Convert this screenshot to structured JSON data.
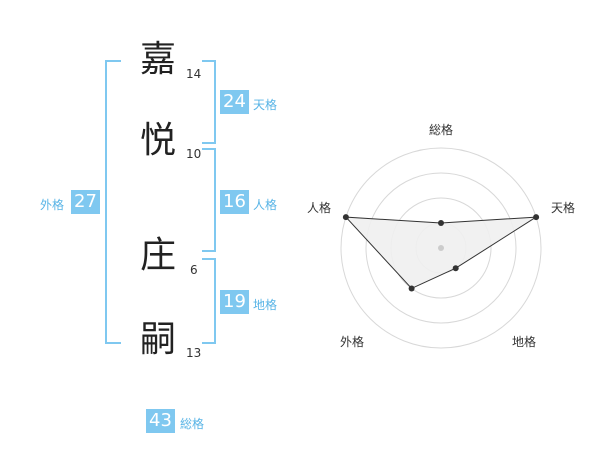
{
  "name": {
    "chars": [
      {
        "char": "嘉",
        "strokes": "14"
      },
      {
        "char": "悦",
        "strokes": "10"
      },
      {
        "char": "庄",
        "strokes": "6"
      },
      {
        "char": "嗣",
        "strokes": "13"
      }
    ]
  },
  "fortunes": {
    "tenkaku": {
      "value": "24",
      "label": "天格"
    },
    "jinkaku": {
      "value": "16",
      "label": "人格"
    },
    "chikaku": {
      "value": "19",
      "label": "地格"
    },
    "gaikaku": {
      "value": "27",
      "label": "外格"
    },
    "soukaku": {
      "value": "43",
      "label": "総格"
    }
  },
  "colors": {
    "accent": "#7fc8f0",
    "label": "#58b4e6"
  },
  "chart_data": {
    "type": "radar",
    "axes": [
      "総格",
      "天格",
      "地格",
      "外格",
      "人格"
    ],
    "values": [
      1,
      4,
      1,
      2,
      4
    ],
    "range": [
      0,
      4
    ],
    "rings": 4
  }
}
